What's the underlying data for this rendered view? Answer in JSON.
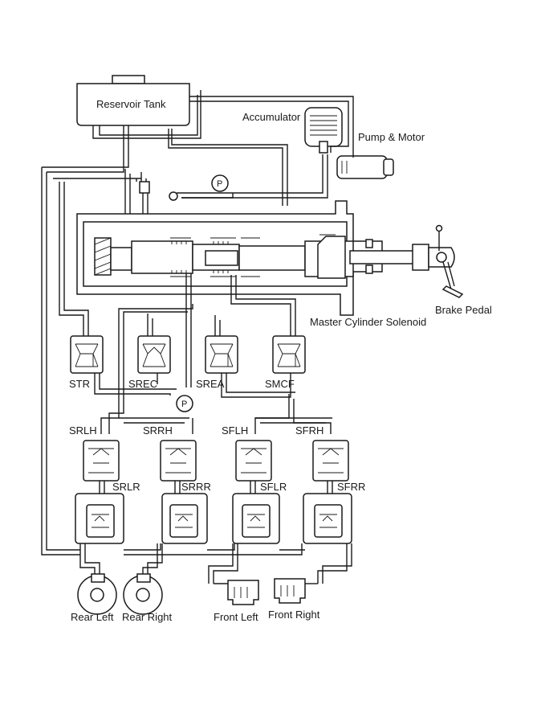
{
  "labels": {
    "reservoir_tank": "Reservoir Tank",
    "accumulator": "Accumulator",
    "pump_motor": "Pump & Motor",
    "brake_pedal": "Brake Pedal",
    "master_cylinder_solenoid": "Master Cylinder Solenoid",
    "pressure_sensor": "P",
    "str": "STR",
    "srec": "SREC",
    "srea": "SREA",
    "smcf": "SMCF",
    "srlh": "SRLH",
    "srrh": "SRRH",
    "sflh": "SFLH",
    "sfrh": "SFRH",
    "srlr": "SRLR",
    "srrr": "SRRR",
    "sflr": "SFLR",
    "sfrr": "SFRR",
    "rear_left": "Rear Left",
    "rear_right": "Rear Right",
    "front_left": "Front Left",
    "front_right": "Front Right"
  },
  "colors": {
    "line": "#1a1a1a",
    "background": "#ffffff"
  }
}
